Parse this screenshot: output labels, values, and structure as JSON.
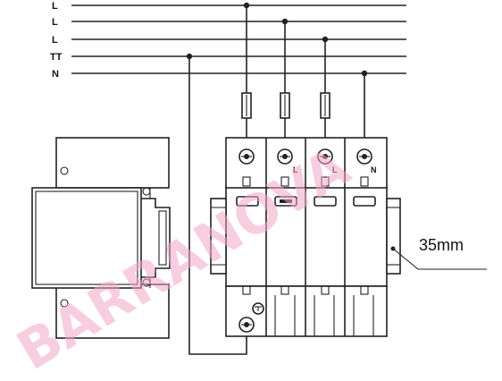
{
  "busbar_labels": [
    "L",
    "L",
    "L",
    "TT",
    "N"
  ],
  "terminal_labels": [
    "L",
    "L",
    "N"
  ],
  "dimension_label": "35mm",
  "watermark": "BARRANOVA",
  "colors": {
    "line": "#222222",
    "watermark": "#f2a7c8"
  }
}
